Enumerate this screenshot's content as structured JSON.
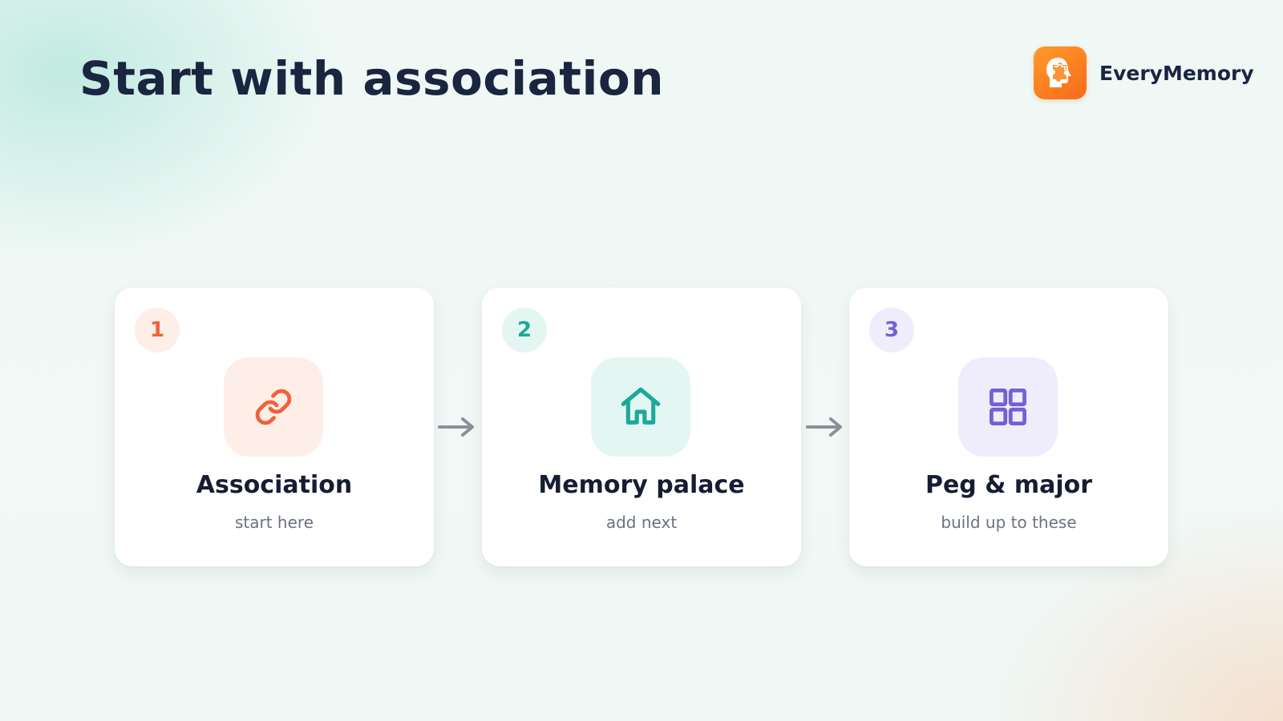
{
  "header": {
    "title": "Start with association"
  },
  "brand": {
    "name": "EveryMemory",
    "logo_icon": "head-puzzle-icon",
    "logo_color": "#f97c22"
  },
  "steps": [
    {
      "number": "1",
      "title": "Association",
      "subtitle": "start here",
      "icon": "link-icon",
      "accent": "#f0613a",
      "tint": "#fdeee8"
    },
    {
      "number": "2",
      "title": "Memory palace",
      "subtitle": "add next",
      "icon": "house-icon",
      "accent": "#1aa99a",
      "tint": "#e4f6f2"
    },
    {
      "number": "3",
      "title": "Peg & major",
      "subtitle": "build up to these",
      "icon": "grid-icon",
      "accent": "#7460d4",
      "tint": "#efecfb"
    }
  ],
  "connector_icon": "arrow-right-icon",
  "connector_color": "#8a919b"
}
